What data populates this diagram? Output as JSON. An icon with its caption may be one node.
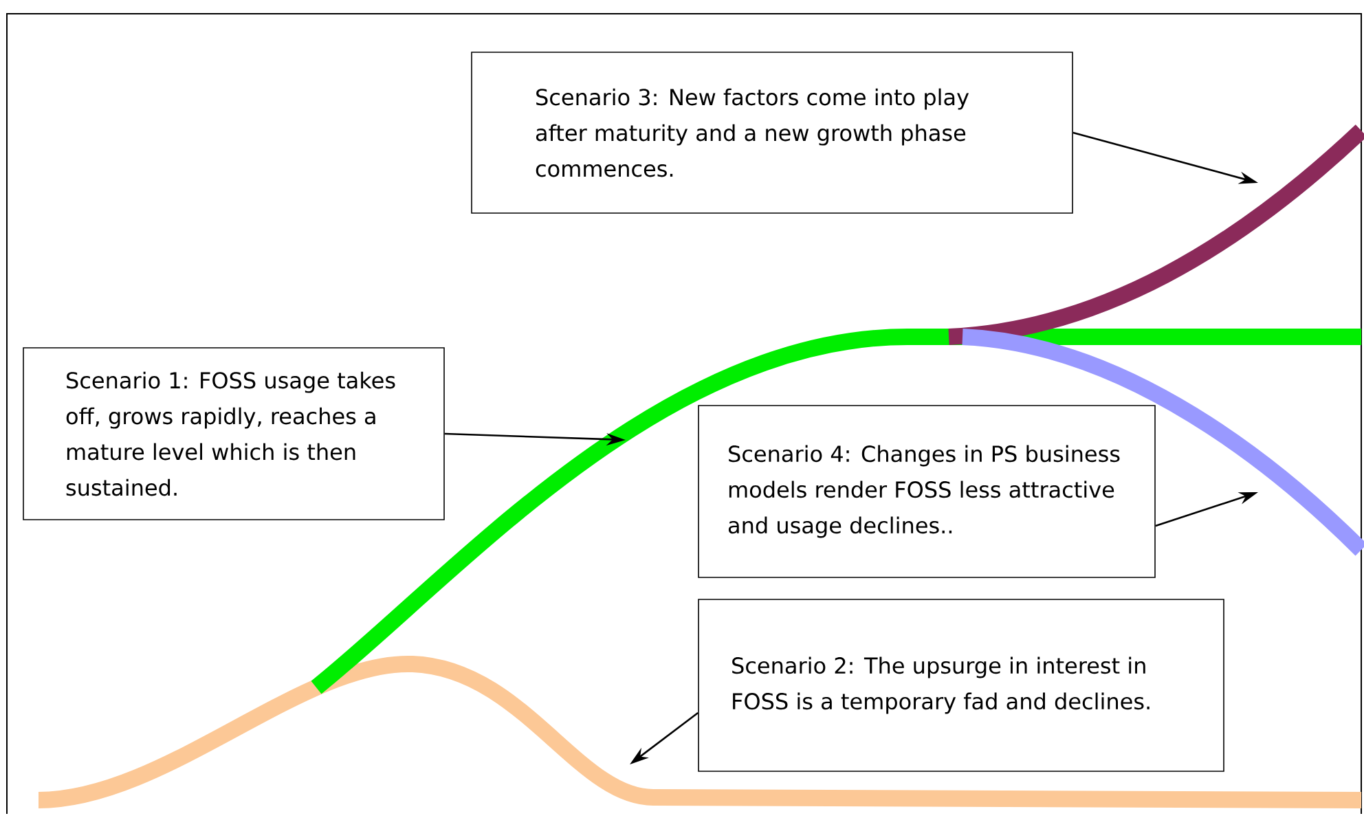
{
  "diagram": {
    "nodes": [
      {
        "text": [
          "Scenario 3: New factors come into play after maturity and a new growth phase commences."
        ]
      },
      {
        "text": [
          "Scenario 1: FOSS usage takes off, grows rapidly, reaches a mature level which is then sustained."
        ]
      },
      {
        "text": [
          "Scenario 4: Changes in PS business models render FOSS less attractive and usage declines.."
        ]
      },
      {
        "text": [
          "Scenario 2: The upsurge in interest in FOSS is a temporary fad and declines."
        ]
      }
    ],
    "edges": [
      {
        "from": 0,
        "to": null,
        "arrow": "to"
      },
      {
        "from": 1,
        "to": null,
        "arrow": "to"
      },
      {
        "from": 2,
        "to": null,
        "arrow": "to"
      },
      {
        "from": 3,
        "to": null,
        "arrow": "to"
      }
    ]
  }
}
